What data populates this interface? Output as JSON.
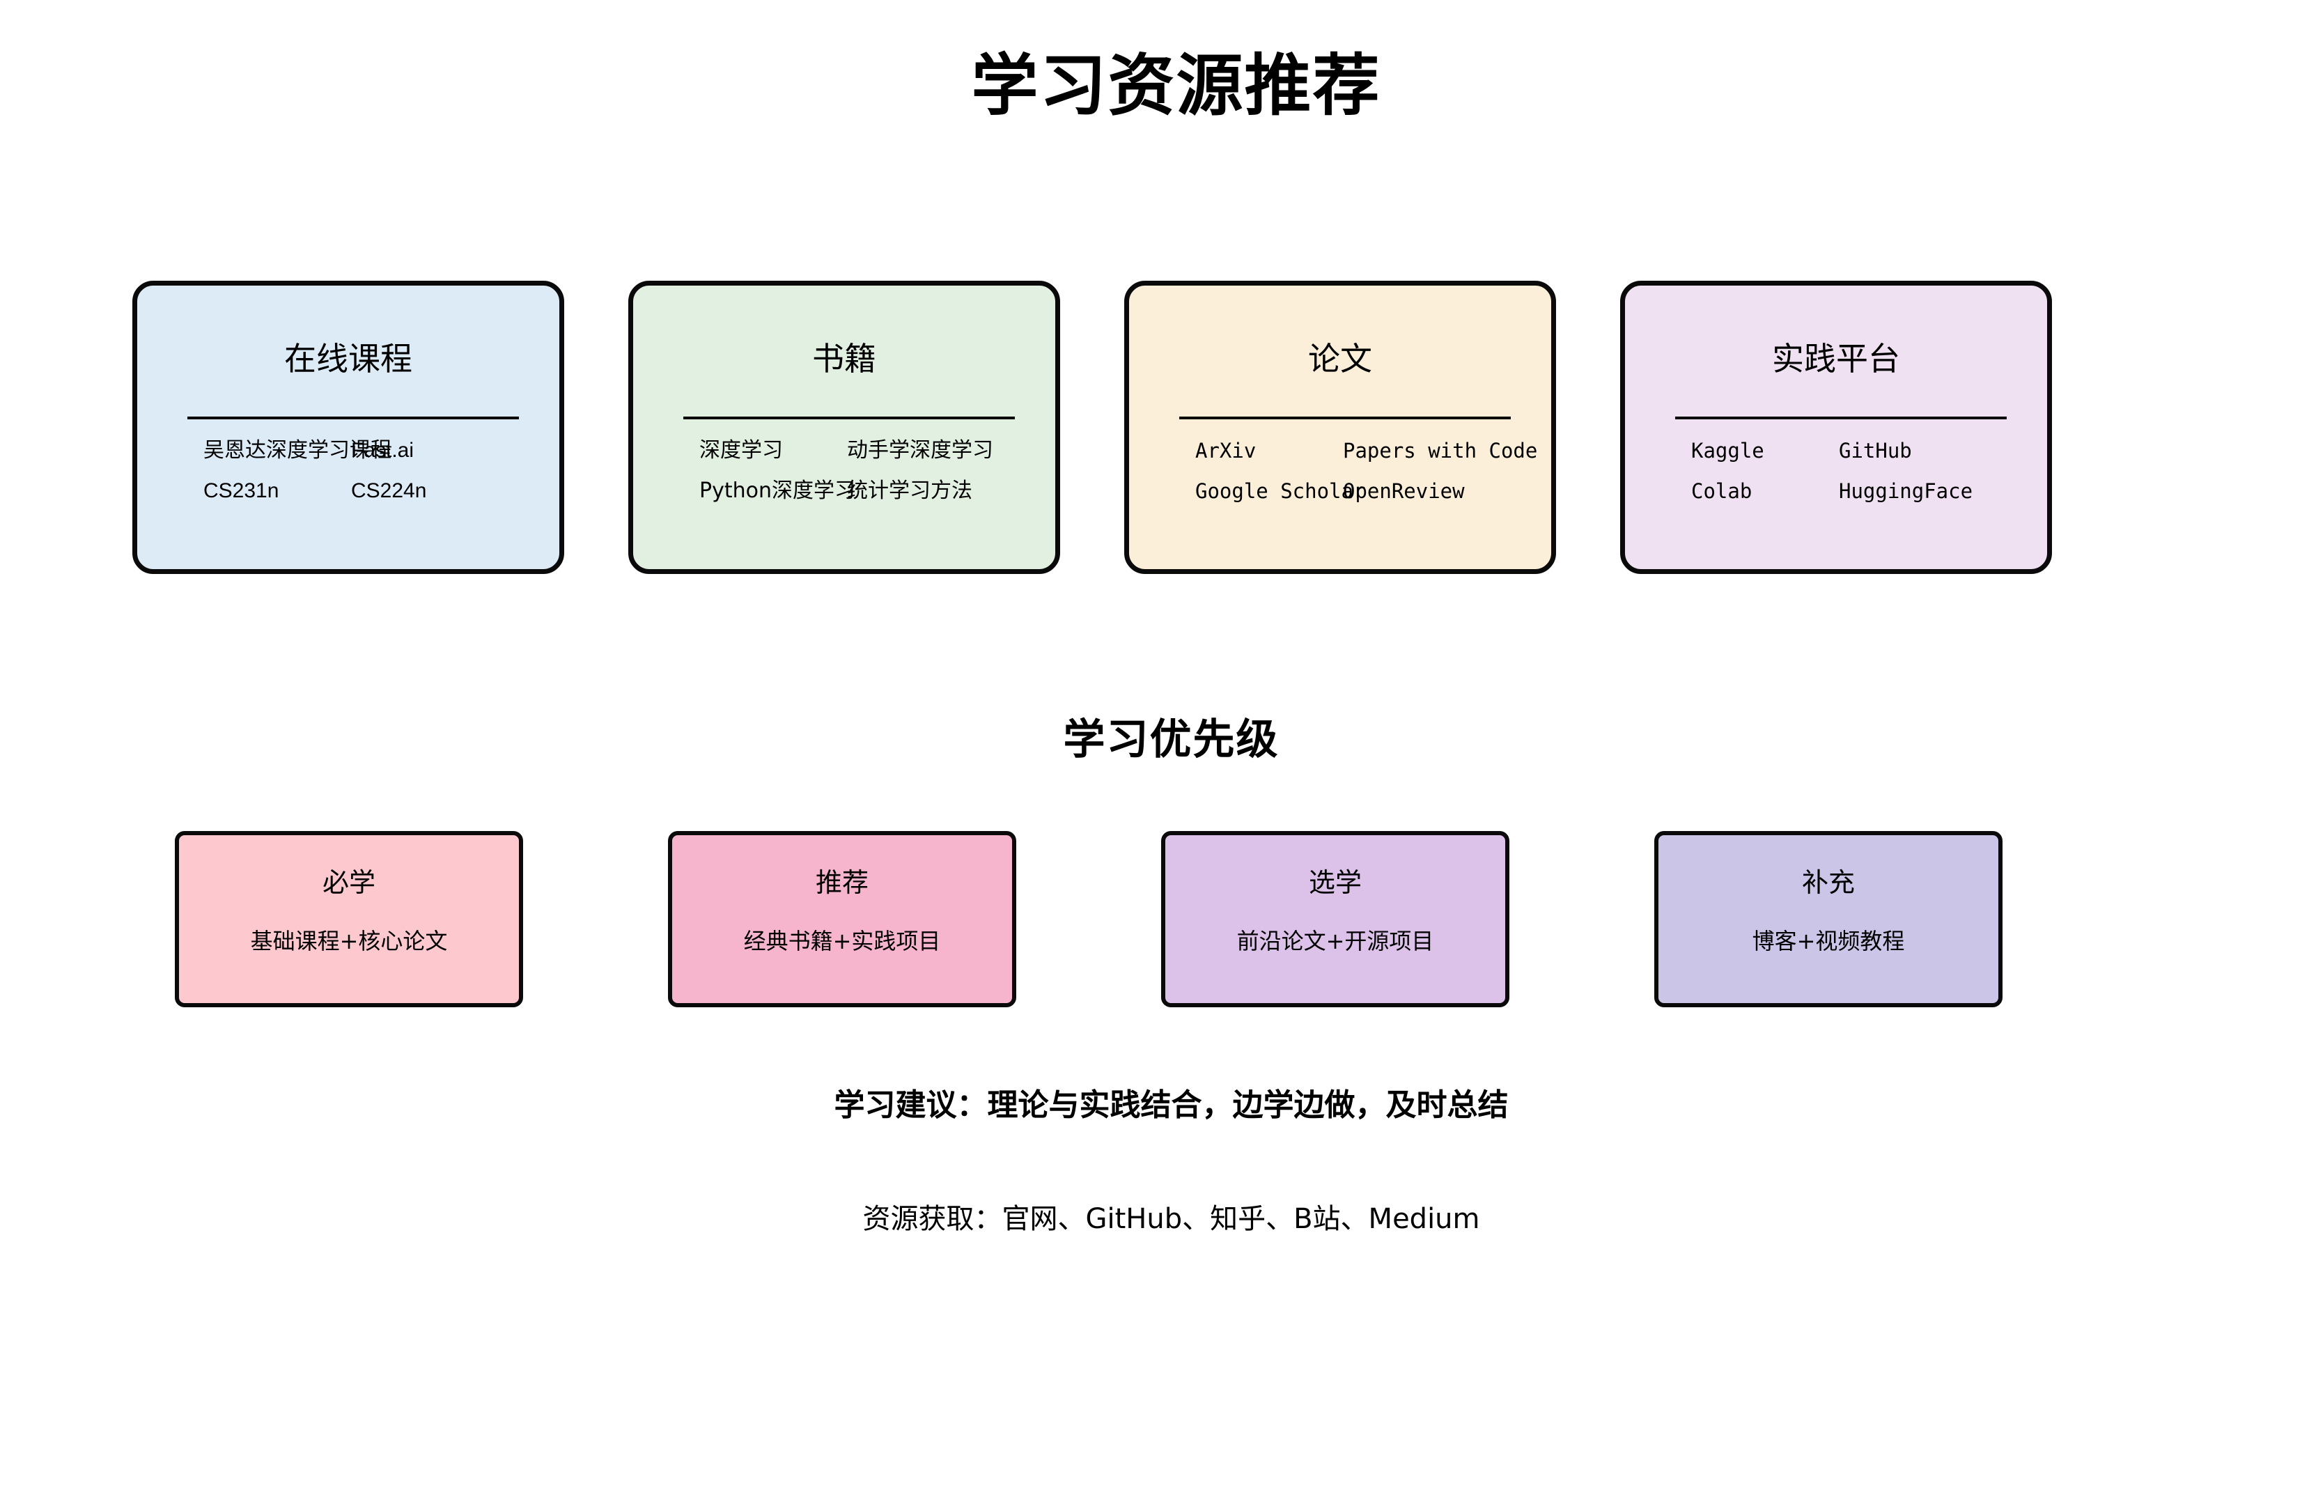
{
  "title": "学习资源推荐",
  "resources": {
    "boxes": [
      {
        "title": "在线课程",
        "bg": "#ddebf7",
        "items": {
          "left": [
            "吴恩达深度学习课程",
            "CS231n"
          ],
          "right": [
            "Fast.ai",
            "CS224n"
          ]
        }
      },
      {
        "title": "书籍",
        "bg": "#e2f0e2",
        "items": {
          "left": [
            "深度学习",
            "Python深度学习"
          ],
          "right": [
            "动手学深度学习",
            "统计学习方法"
          ]
        }
      },
      {
        "title": "论文",
        "bg": "#fcefd9",
        "items": {
          "left": [
            "ArXiv",
            "Google Scholar"
          ],
          "right": [
            "Papers with Code",
            "OpenReview"
          ]
        }
      },
      {
        "title": "实践平台",
        "bg": "#f0e1f2",
        "items": {
          "left": [
            "Kaggle",
            "Colab"
          ],
          "right": [
            "GitHub",
            "HuggingFace"
          ]
        }
      }
    ]
  },
  "priority": {
    "title": "学习优先级",
    "boxes": [
      {
        "title": "必学",
        "desc": "基础课程+核心论文",
        "bg": "#fdc9cf"
      },
      {
        "title": "推荐",
        "desc": "经典书籍+实践项目",
        "bg": "#f6b5cd"
      },
      {
        "title": "选学",
        "desc": "前沿论文+开源项目",
        "bg": "#dcc1e9"
      },
      {
        "title": "补充",
        "desc": "博客+视频教程",
        "bg": "#cbc5e8"
      }
    ]
  },
  "footer": {
    "advice": "学习建议：理论与实践结合，边学边做，及时总结",
    "channels": "资源获取：官网、GitHub、知乎、B站、Medium"
  }
}
